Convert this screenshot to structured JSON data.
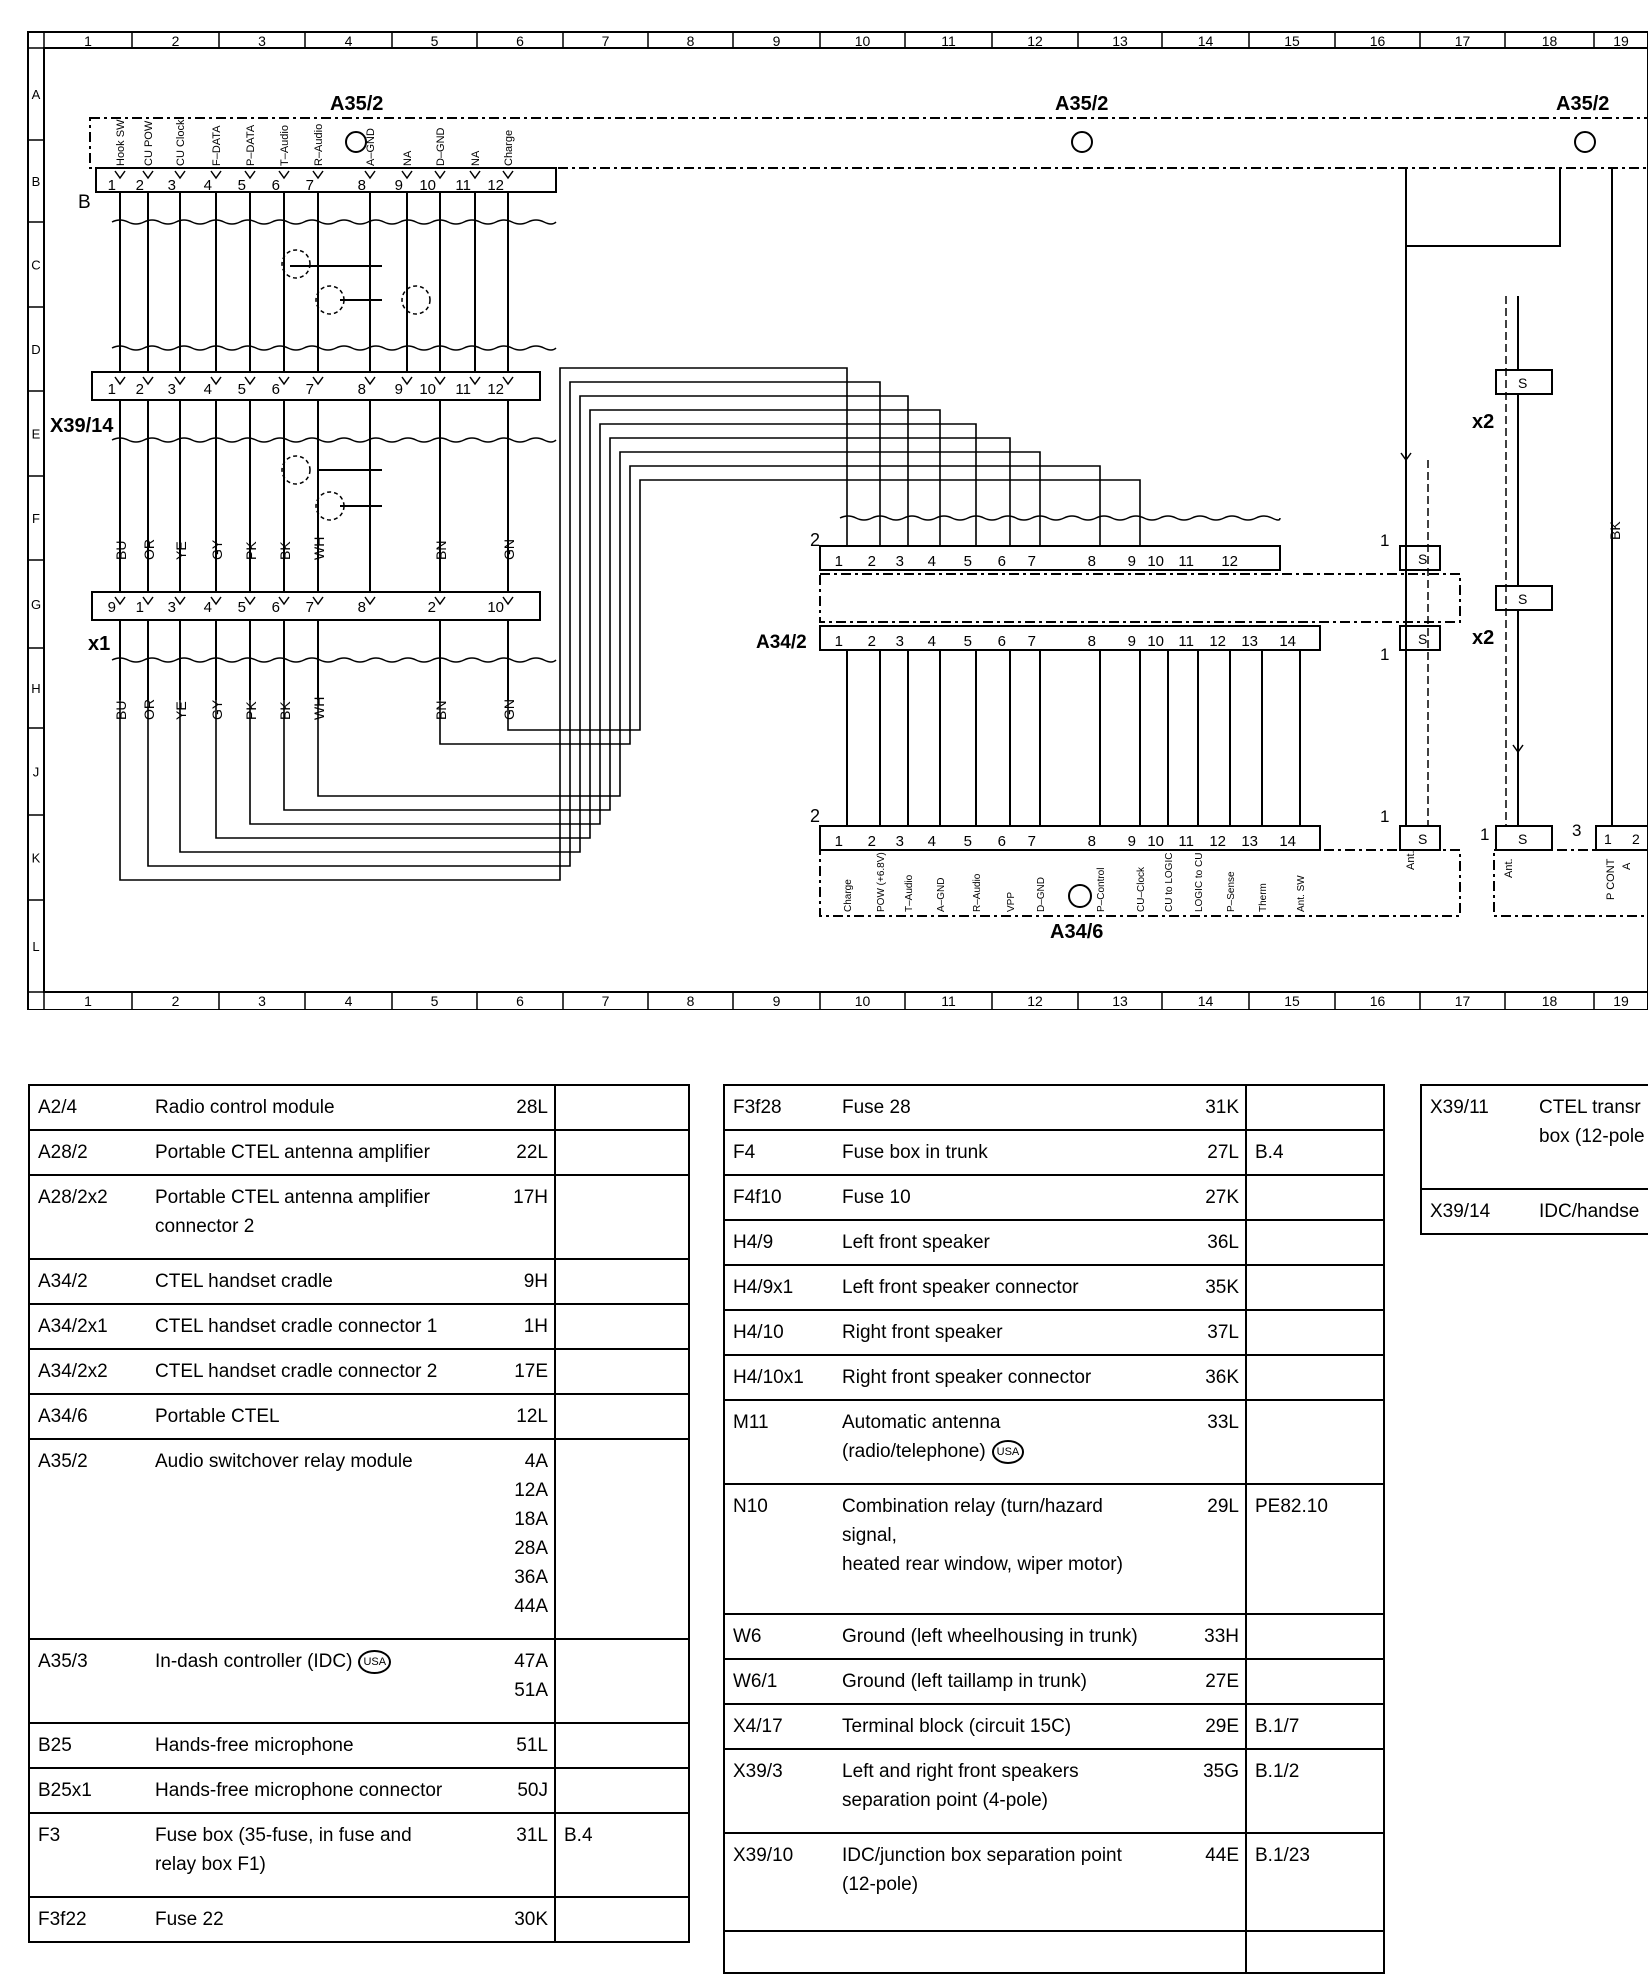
{
  "grid": {
    "top_numbers": [
      "1",
      "2",
      "3",
      "4",
      "5",
      "6",
      "7",
      "8",
      "9",
      "10",
      "11",
      "12",
      "13",
      "14",
      "15",
      "16",
      "17",
      "18",
      "19"
    ],
    "bottom_numbers": [
      "1",
      "2",
      "3",
      "4",
      "5",
      "6",
      "7",
      "8",
      "9",
      "10",
      "11",
      "12",
      "13",
      "14",
      "15",
      "16",
      "17",
      "18",
      "19"
    ],
    "row_letters": [
      "A",
      "B",
      "C",
      "D",
      "E",
      "F",
      "G",
      "H",
      "J",
      "K",
      "L"
    ]
  },
  "components": {
    "a35_2_label": "A35/2",
    "a34_2_label": "A34/2",
    "a34_6_label": "A34/6",
    "x39_14_label": "X39/14",
    "x1_label": "x1",
    "x2_label": "x2",
    "b_label": "B"
  },
  "a35_2_pins": [
    {
      "num": "1",
      "sig": "Hook SW"
    },
    {
      "num": "2",
      "sig": "CU POW"
    },
    {
      "num": "3",
      "sig": "CU Clock"
    },
    {
      "num": "4",
      "sig": "F–DATA"
    },
    {
      "num": "5",
      "sig": "P–DATA"
    },
    {
      "num": "6",
      "sig": "T–Audio"
    },
    {
      "num": "7",
      "sig": "R–Audio"
    },
    {
      "num": "8",
      "sig": "A–GND"
    },
    {
      "num": "9",
      "sig": "NA"
    },
    {
      "num": "10",
      "sig": "D–GND"
    },
    {
      "num": "11",
      "sig": "NA"
    },
    {
      "num": "12",
      "sig": "Charge"
    }
  ],
  "x39_14_pins": [
    "1",
    "2",
    "3",
    "4",
    "5",
    "6",
    "7",
    "8",
    "9",
    "10",
    "11",
    "12"
  ],
  "x1_pins": [
    "9",
    "1",
    "3",
    "4",
    "5",
    "6",
    "7",
    "8",
    "2",
    "10"
  ],
  "wire_colors": [
    "BU",
    "OR",
    "YE",
    "GY",
    "PK",
    "BK",
    "WH",
    "BN",
    "GN"
  ],
  "a34_2_top_pins": [
    "1",
    "2",
    "3",
    "4",
    "5",
    "6",
    "7",
    "8",
    "9",
    "10",
    "11",
    "12"
  ],
  "a34_2_bottom_pins": [
    "1",
    "2",
    "3",
    "4",
    "5",
    "6",
    "7",
    "8",
    "9",
    "10",
    "11",
    "12",
    "13",
    "14"
  ],
  "a34_6_pins": [
    "1",
    "2",
    "3",
    "4",
    "5",
    "6",
    "7",
    "8",
    "9",
    "10",
    "11",
    "12",
    "13",
    "14"
  ],
  "a34_6_signals": [
    "Charge",
    "POW (+6.8V)",
    "T–Audio",
    "A–GND",
    "R–Audio",
    "VPP",
    "D–GND",
    "P–Control",
    "CU–Clock",
    "CU to LOGIC",
    "LOGIC to CU",
    "P–Sense",
    "Therm",
    "Ant. SW"
  ],
  "right_labels": {
    "bk": "BK",
    "s": "S",
    "ant": "Ant.",
    "one": "1",
    "two": "2",
    "three": "3",
    "p_cont": "P CONT",
    "a": "A"
  },
  "table1": [
    {
      "code": "A2/4",
      "desc": "Radio control module",
      "loc": "28L",
      "ref": ""
    },
    {
      "code": "A28/2",
      "desc": "Portable CTEL antenna amplifier",
      "loc": "22L",
      "ref": ""
    },
    {
      "code": "A28/2x2",
      "desc": "Portable CTEL antenna amplifier\nconnector 2",
      "loc": "17H",
      "ref": ""
    },
    {
      "code": "A34/2",
      "desc": "CTEL handset cradle",
      "loc": "9H",
      "ref": ""
    },
    {
      "code": "A34/2x1",
      "desc": "CTEL handset cradle connector 1",
      "loc": "1H",
      "ref": ""
    },
    {
      "code": "A34/2x2",
      "desc": "CTEL handset cradle connector 2",
      "loc": "17E",
      "ref": ""
    },
    {
      "code": "A34/6",
      "desc": "Portable CTEL",
      "loc": "12L",
      "ref": ""
    },
    {
      "code": "A35/2",
      "desc": "Audio switchover relay module",
      "loc": "4A\n12A\n18A\n28A\n36A\n44A",
      "ref": ""
    },
    {
      "code": "A35/3",
      "desc": "In-dash controller (IDC)",
      "loc": "47A\n51A",
      "ref": "",
      "badge": "USA"
    },
    {
      "code": "B25",
      "desc": "Hands-free microphone",
      "loc": "51L",
      "ref": ""
    },
    {
      "code": "B25x1",
      "desc": "Hands-free microphone connector",
      "loc": "50J",
      "ref": ""
    },
    {
      "code": "F3",
      "desc": "Fuse box (35-fuse, in fuse and\nrelay box F1)",
      "loc": "31L",
      "ref": "B.4"
    },
    {
      "code": "F3f22",
      "desc": "Fuse 22",
      "loc": "30K",
      "ref": ""
    }
  ],
  "table2": [
    {
      "code": "F3f28",
      "desc": "Fuse 28",
      "loc": "31K",
      "ref": ""
    },
    {
      "code": "F4",
      "desc": "Fuse box in trunk",
      "loc": "27L",
      "ref": "B.4"
    },
    {
      "code": "F4f10",
      "desc": "Fuse 10",
      "loc": "27K",
      "ref": ""
    },
    {
      "code": "H4/9",
      "desc": "Left front speaker",
      "loc": "36L",
      "ref": ""
    },
    {
      "code": "H4/9x1",
      "desc": "Left front speaker connector",
      "loc": "35K",
      "ref": ""
    },
    {
      "code": "H4/10",
      "desc": "Right front speaker",
      "loc": "37L",
      "ref": ""
    },
    {
      "code": "H4/10x1",
      "desc": "Right front speaker connector",
      "loc": "36K",
      "ref": ""
    },
    {
      "code": "M11",
      "desc": "Automatic antenna\n(radio/telephone)",
      "loc": "33L",
      "ref": "",
      "badge": "USA"
    },
    {
      "code": "N10",
      "desc": "Combination relay (turn/hazard\nsignal,\nheated rear window, wiper motor)",
      "loc": "29L",
      "ref": "PE82.10"
    },
    {
      "code": "W6",
      "desc": "Ground (left wheelhousing in trunk)",
      "loc": "33H",
      "ref": ""
    },
    {
      "code": "W6/1",
      "desc": "Ground (left taillamp in trunk)",
      "loc": "27E",
      "ref": ""
    },
    {
      "code": "X4/17",
      "desc": "Terminal block (circuit 15C)",
      "loc": "29E",
      "ref": "B.1/7"
    },
    {
      "code": "X39/3",
      "desc": "Left and right front speakers\nseparation point (4-pole)",
      "loc": "35G",
      "ref": "B.1/2"
    },
    {
      "code": "X39/10",
      "desc": "IDC/junction box separation point\n(12-pole)",
      "loc": "44E",
      "ref": "B.1/23"
    },
    {
      "code": "",
      "desc": "",
      "loc": "",
      "ref": ""
    }
  ],
  "table3": [
    {
      "code": "X39/11",
      "desc": "CTEL transr\nbox (12-pole"
    },
    {
      "code": "X39/14",
      "desc": "IDC/handse"
    }
  ]
}
